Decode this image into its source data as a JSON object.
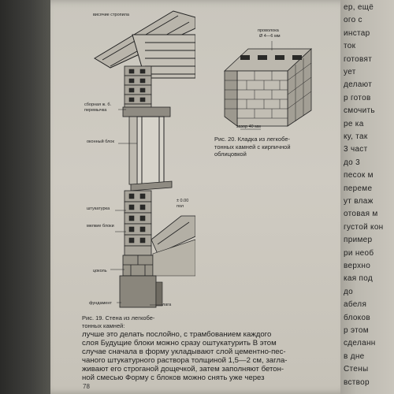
{
  "figure19": {
    "labels": {
      "rafters": "висячие стропила",
      "lintel": "сборная ж. б. перемычка",
      "window_block": "оконный блок",
      "plaster": "штукатурка",
      "level": "± 0.00 пол",
      "small_blocks": "мелкие блоки",
      "plinth": "цоколь",
      "foundation": "фундамент",
      "lag": "лага"
    },
    "caption_lines": [
      "Рис. 19. Стена из легкобе-",
      "тонных камней:"
    ]
  },
  "figure20": {
    "labels": {
      "wire": "проволока",
      "wire_diameter": "Ø 4—6 мм",
      "gap": "зазор 40 мм"
    },
    "caption_lines": [
      "Рис. 20. Кладка из легкобе-",
      "тонных камней с кирпичной",
      "облицовкой"
    ]
  },
  "body_lines": [
    "лучше это делать послойно, с трамбованием каждого",
    "слоя Будущие блоки можно сразу оштукатурить  В этом",
    "случае сначала в форму укладывают слой цементно-пес-",
    "чаного штукатурного раствора толщиной 1,5—2 см, загла-",
    "живают его строганой дощечкой, затем заполняют бетон-",
    "ной смесью  Форму с блоков можно снять уже через"
  ],
  "page_number": "78",
  "right_page_lines": [
    "ер, ещё",
    "ого с",
    "инстар",
    "ток",
    "готовят",
    "ует",
    "делают",
    "р готов",
    "смочить",
    "ре ка",
    "ку, так",
    "3 част",
    "до 3",
    "песок м",
    "переме",
    "ут влаж",
    "отовая м",
    "густой кон",
    "пример",
    "ри необ",
    "верхно",
    "кая под",
    "до",
    "абеля",
    "блоков",
    "р этом",
    "сделанн",
    "в дне",
    "Стены",
    "вствор"
  ]
}
